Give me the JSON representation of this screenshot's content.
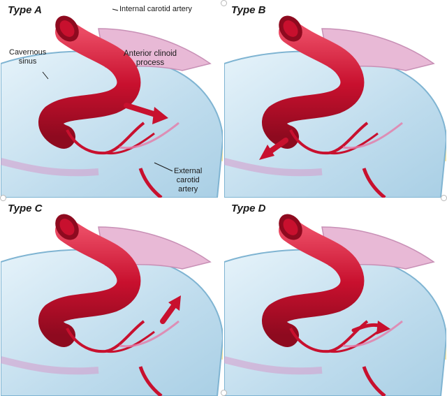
{
  "panels": [
    {
      "title": "Type A"
    },
    {
      "title": "Type B"
    },
    {
      "title": "Type C"
    },
    {
      "title": "Type D"
    }
  ],
  "labels": {
    "internal_carotid": "Internal carotid artery",
    "cavernous_sinus_line1": "Cavernous",
    "cavernous_sinus_line2": "sinus",
    "anterior_clinoid_line1": "Anterior clinoid",
    "anterior_clinoid_line2": "process",
    "external_carotid_line1": "External",
    "external_carotid_line2": "carotid",
    "external_carotid_line3": "artery"
  },
  "colors": {
    "artery": "#c8102e",
    "artery_highlight": "#e8415a",
    "artery_dark": "#8e0a1f",
    "sinus": "#cfe6f2",
    "sinus_edge": "#7fb4d2",
    "clinoid": "#e8b9d6",
    "fat": "#f3dc86",
    "background": "#ffffff"
  }
}
